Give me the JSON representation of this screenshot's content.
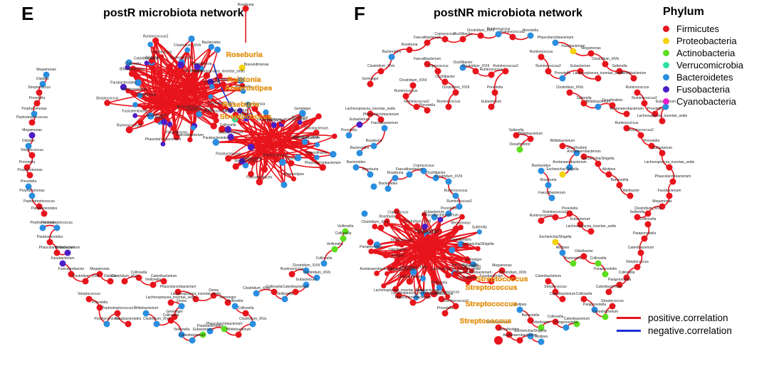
{
  "panels": [
    {
      "letter": "E",
      "title": "postR microbiota network"
    },
    {
      "letter": "F",
      "title": "postNR microbiota network"
    }
  ],
  "legend": {
    "title": "Phylum",
    "items": [
      {
        "label": "Firmicutes",
        "color": "#e8141c"
      },
      {
        "label": "Proteobacteria",
        "color": "#f4d20c"
      },
      {
        "label": "Actinobacteria",
        "color": "#5cde1e"
      },
      {
        "label": "Verrucomicrobia",
        "color": "#2ee0a0"
      },
      {
        "label": "Bacteroidetes",
        "color": "#2a8ee0"
      },
      {
        "label": "Fusobacteria",
        "color": "#4b1fc6"
      },
      {
        "label": "Cyanobacteria",
        "color": "#e81cc8"
      }
    ]
  },
  "correlation_legend": [
    {
      "label": "positive.correlation",
      "color": "#e8141c"
    },
    {
      "label": "negative.correlation",
      "color": "#1b2fd4"
    }
  ],
  "highlighted_nodes": {
    "E": [
      "Roseburia",
      "Ralstonia",
      "Anaerostipes",
      "Roseburia",
      "Streptococcus"
    ],
    "F": [
      "Streptococcus",
      "Streptococcus",
      "Streptococcus",
      "Streptococcus"
    ]
  },
  "labels": {
    "E": [
      "Roseburia",
      "Ruminococcus2",
      "Clostridium_XlVa",
      "Coprococcus",
      "Ruminococcus",
      "Ruminococcus",
      "Clostridium_XVIII",
      "Clostridium_XlVb",
      "Brevundimonas",
      "Bacteroides",
      "Faecalibacterium",
      "Akkermansia",
      "Flavonifractor",
      "Oscillibacter",
      "Phascolarctobacterium",
      "Lachnospiracea_incertae_sedis",
      "Dorea",
      "Gemmiger",
      "Anaerostipes",
      "Roseburia",
      "Ruminococcus2",
      "Fusobacterium",
      "Fusicatenibacter",
      "Clostridium_XlVb",
      "Megamonas",
      "Dialister",
      "Streptococcus",
      "Prevotella",
      "Porphyromonas",
      "Peptostreptococcus",
      "Parabacteroides",
      "Phascolarctobacterium",
      "Bifidobacterium",
      "Clostridium_XlVa",
      "Collinsella",
      "Veillonella",
      "Catenibacterium",
      "Eubacterium",
      "Alistipes"
    ],
    "F": [
      "Gemmiger",
      "Clostridium_XlVa",
      "Bacteroides",
      "Roseburia",
      "Faecalibacterium",
      "Coprococcus",
      "Oscillibacter",
      "Clostridium_XVIII",
      "Ruminococcus",
      "Ruminococcus2",
      "Prevotella",
      "Eubacterium",
      "Lachnospiracea_incertae_sedis",
      "Phascolarctobacterium",
      "Fusobacterium",
      "Megamonas",
      "Clostridium_XlVb",
      "Sutterella",
      "Bifidobacterium",
      "Desulfovibrio",
      "Acetanaerobacterium",
      "Escherichia/Shigella",
      "Alistipes",
      "Barnesiella",
      "Odoribacter",
      "Collinsella",
      "Paraprevotella",
      "Catenibacterium",
      "Streptococcus"
    ]
  }
}
